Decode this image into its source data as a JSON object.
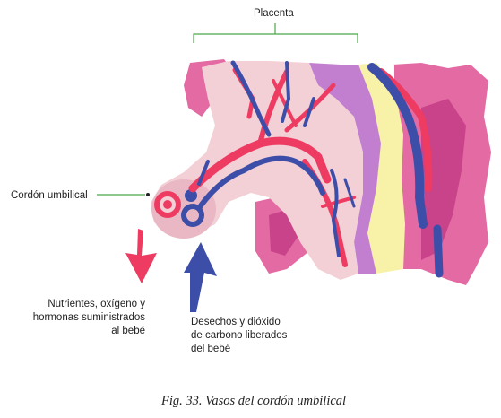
{
  "labels": {
    "placenta": "Placenta",
    "cord": "Cordón umbilical",
    "nutrients": [
      "Nutrientes, oxígeno y",
      "hormonas suministrados",
      "al bebé"
    ],
    "waste": [
      "Desechos y dióxido",
      "de carbono liberados",
      "del bebé"
    ]
  },
  "caption": "Fig. 33. Vasos del cordón umbilical",
  "colors": {
    "tissue_light": "#f3cfd6",
    "tissue_pink": "#e36aa2",
    "tissue_magenta": "#c9438a",
    "membrane_lilac": "#c27fd0",
    "yellow_layer": "#f7f2a8",
    "artery_red": "#ee3b62",
    "vein_blue": "#3d4ea8",
    "bracket_green": "#4aa84a"
  }
}
